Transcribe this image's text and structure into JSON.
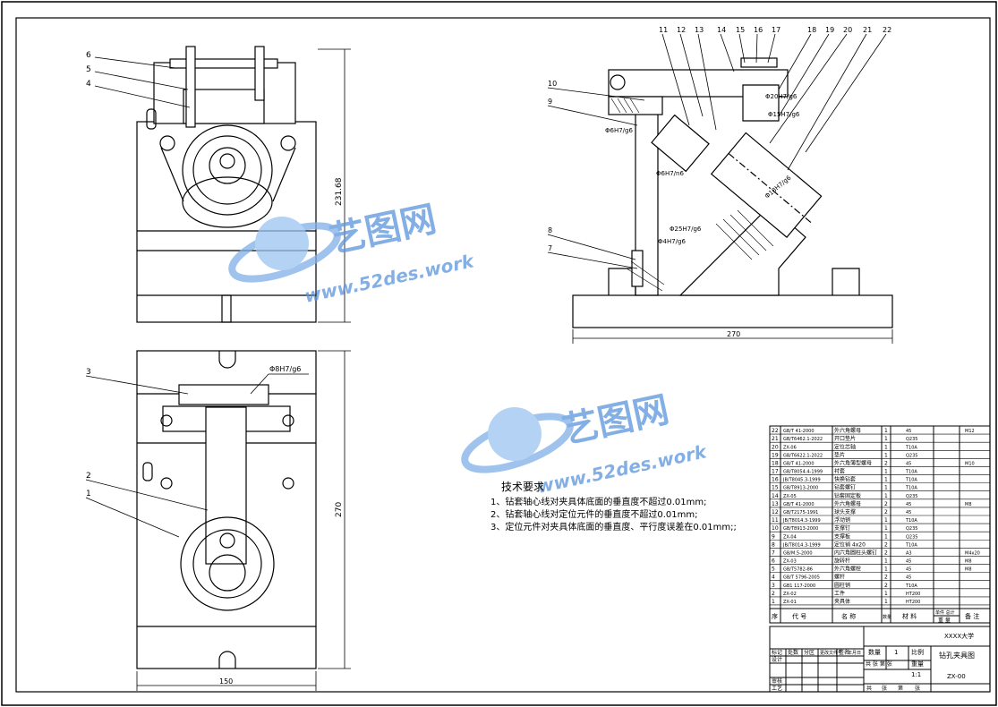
{
  "views": {
    "front": {
      "balloons": [
        "6",
        "5",
        "4"
      ],
      "dim_height": "231.68"
    },
    "top": {
      "balloons": [
        "3",
        "2",
        "1"
      ],
      "fit_label": "Φ8H7/g6",
      "dim_height": "270",
      "dim_width": "150"
    },
    "side": {
      "balloons_top": [
        "11",
        "12",
        "13",
        "14",
        "15",
        "16",
        "17",
        "18",
        "19",
        "20",
        "21",
        "22"
      ],
      "balloons_left": [
        "10",
        "9",
        "8",
        "7"
      ],
      "fits": [
        "Φ6H7/g6",
        "Φ6H7/n6",
        "Φ25H7/g6",
        "Φ4H7/g6",
        "Φ20H7/g6",
        "Φ15H7/g6",
        "Φ18H7/g6"
      ],
      "dim_width": "270"
    }
  },
  "watermark": {
    "name": "艺图网",
    "url": "www.52des.work"
  },
  "tech_requirements": {
    "title": "技术要求",
    "items": [
      "1、钻套轴心线对夹具体底面的垂直度不超过0.01mm;",
      "2、钻套轴心线对定位元件的垂直度不超过0.01mm;",
      "3、定位元件对夹具体底面的垂直度、平行度误差在0.01mm;;"
    ]
  },
  "parts_list": {
    "rows": [
      {
        "no": "22",
        "code": "GB/T 41-2000",
        "name": "外六角螺母",
        "qty": "1",
        "mat": "45",
        "note": "M12"
      },
      {
        "no": "21",
        "code": "GB/T6462.1-2022",
        "name": "开口垫片",
        "qty": "1",
        "mat": "Q235",
        "note": ""
      },
      {
        "no": "20",
        "code": "ZX-06",
        "name": "定位芯轴",
        "qty": "1",
        "mat": "T10A",
        "note": ""
      },
      {
        "no": "19",
        "code": "GB/T6622.1-2022",
        "name": "垫片",
        "qty": "1",
        "mat": "Q235",
        "note": ""
      },
      {
        "no": "18",
        "code": "GB/T 41-2000",
        "name": "外六角薄型螺母",
        "qty": "2",
        "mat": "45",
        "note": "M10"
      },
      {
        "no": "17",
        "code": "GB/T8054.4-1999",
        "name": "衬套",
        "qty": "1",
        "mat": "T10A",
        "note": ""
      },
      {
        "no": "16",
        "code": "JB/T8045.3-1999",
        "name": "快换钻套",
        "qty": "1",
        "mat": "T10A",
        "note": ""
      },
      {
        "no": "15",
        "code": "GB/T8913-2000",
        "name": "钻套螺钉",
        "qty": "1",
        "mat": "T10A",
        "note": ""
      },
      {
        "no": "14",
        "code": "ZX-05",
        "name": "钻套固定板",
        "qty": "1",
        "mat": "Q235",
        "note": ""
      },
      {
        "no": "13",
        "code": "GB/T 41-2000",
        "name": "外六角螺母",
        "qty": "2",
        "mat": "45",
        "note": "M8"
      },
      {
        "no": "12",
        "code": "GB/T2175-1991",
        "name": "球头支撑",
        "qty": "2",
        "mat": "45",
        "note": ""
      },
      {
        "no": "11",
        "code": "JB/T8014.3-1999",
        "name": "浮动销",
        "qty": "1",
        "mat": "T10A",
        "note": ""
      },
      {
        "no": "10",
        "code": "GB/T8913-2000",
        "name": "支撑钉",
        "qty": "1",
        "mat": "Q235",
        "note": ""
      },
      {
        "no": "9",
        "code": "ZX-04",
        "name": "支撑板",
        "qty": "1",
        "mat": "Q235",
        "note": ""
      },
      {
        "no": "8",
        "code": "JB/T8014.3-1999",
        "name": "定位销 4x20",
        "qty": "2",
        "mat": "T10A",
        "note": ""
      },
      {
        "no": "7",
        "code": "GB/M.5-2000",
        "name": "内六角圆柱头螺钉",
        "qty": "2",
        "mat": "A3",
        "note": "M4x20"
      },
      {
        "no": "6",
        "code": "ZX-03",
        "name": "旋转杆",
        "qty": "1",
        "mat": "45",
        "note": "M8"
      },
      {
        "no": "5",
        "code": "GB/T5782-86",
        "name": "外六角螺栓",
        "qty": "1",
        "mat": "45",
        "note": "M8"
      },
      {
        "no": "4",
        "code": "GB/T 5796-2005",
        "name": "螺杆",
        "qty": "2",
        "mat": "45",
        "note": ""
      },
      {
        "no": "3",
        "code": "GB1 117-2000",
        "name": "圆柱销",
        "qty": "2",
        "mat": "T10A",
        "note": ""
      },
      {
        "no": "2",
        "code": "ZX-02",
        "name": "工件",
        "qty": "1",
        "mat": "HT200",
        "note": ""
      },
      {
        "no": "1",
        "code": "ZX-01",
        "name": "夹具体",
        "qty": "1",
        "mat": "HT200",
        "note": ""
      }
    ],
    "header": {
      "no": "序",
      "code": "代 号",
      "name": "名 称",
      "qty": "数量",
      "mat": "材 料",
      "weight": "单件 总计",
      "weight_sub": "重 量",
      "note": "备 注"
    }
  },
  "title_block": {
    "school": "XXXX大学",
    "drawing_name": "钻孔夹具图",
    "drawing_no": "ZX-00",
    "qty_label": "数量",
    "qty_value": "1",
    "weight_label": "重量",
    "scale_label": "比例",
    "scale_value": "1:1",
    "stage_label": "共 张 第 张",
    "revision_labels": [
      "标记",
      "处数",
      "分区",
      "更改文件号",
      "签名",
      "年月日"
    ],
    "role_labels": [
      "设计",
      "审核",
      "工艺"
    ],
    "bottom_labels": [
      "共",
      "张",
      "第",
      "张"
    ]
  }
}
